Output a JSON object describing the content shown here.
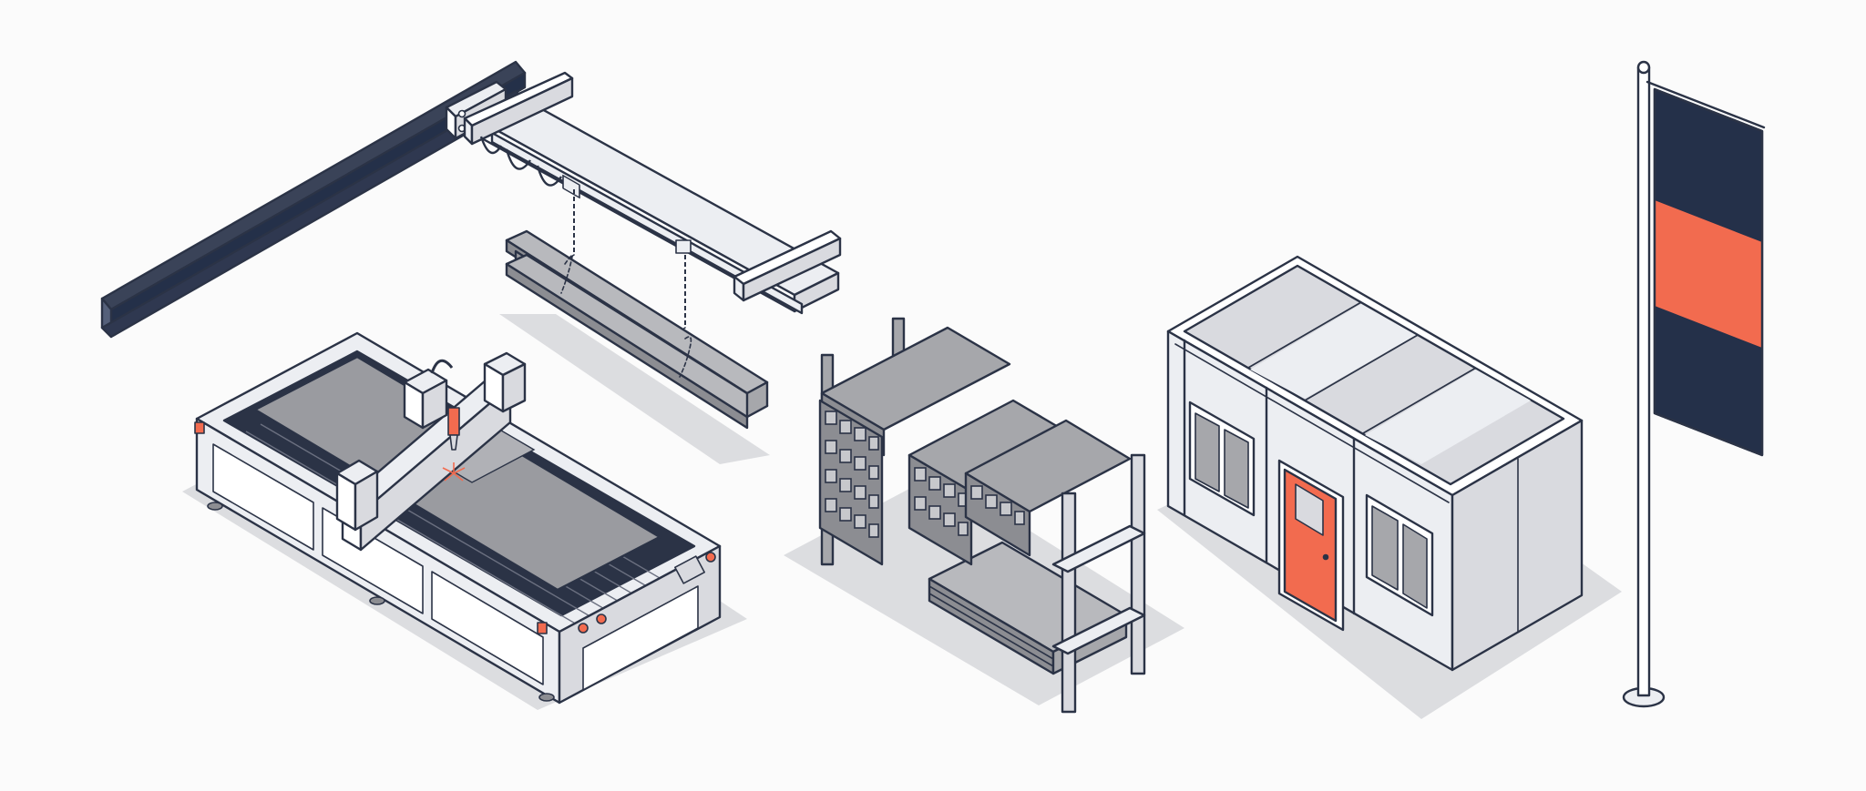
{
  "scene": {
    "description_visible_text": "",
    "palette": {
      "background": "#fbfbfb",
      "outline": "#2b3346",
      "navy": "#243049",
      "steel_dark": "#8c8d92",
      "steel_mid": "#a6a7ab",
      "steel_light": "#d9dadf",
      "panel": "#eceef2",
      "white": "#ffffff",
      "accent": "#f26b4f",
      "shadow": "#dcdde0"
    },
    "objects": [
      {
        "name": "overhead-crane",
        "icon": "crane-icon"
      },
      {
        "name": "suspended-i-beam",
        "icon": "i-beam-icon"
      },
      {
        "name": "cnc-laser-cutting-table",
        "icon": "laser-cutter-icon"
      },
      {
        "name": "steel-tube-storage-rack",
        "icon": "rack-icon"
      },
      {
        "name": "site-office-container",
        "icon": "container-icon"
      },
      {
        "name": "flag-on-pole",
        "icon": "flag-icon"
      }
    ]
  }
}
